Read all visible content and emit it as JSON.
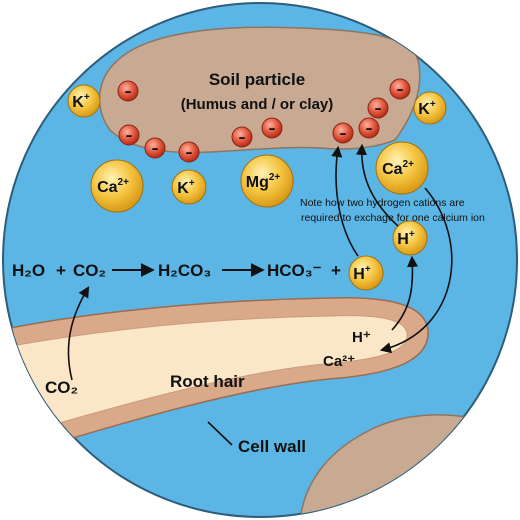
{
  "soil": {
    "title": "Soil particle",
    "subtitle": "(Humus  and / or clay)"
  },
  "ions": {
    "k_left": "K",
    "k_left_charge": "+",
    "k_right": "K",
    "k_right_charge": "+",
    "k_mid": "K",
    "k_mid_charge": "+",
    "ca_left": "Ca",
    "ca_left_charge": "2+",
    "mg": "Mg",
    "mg_charge": "2+",
    "ca_right": "Ca",
    "ca_right_charge": "2+",
    "h_right": "H",
    "h_right_charge": "+",
    "h_eq": "H",
    "h_eq_charge": "+",
    "negative_symbol": "–"
  },
  "note": {
    "line1": "Note how two hydrogen cations are",
    "line2": "required to exchage for one calcium ion"
  },
  "equation": {
    "h2o": "H₂O",
    "plus1": "+",
    "co2": "CO₂",
    "h2co3": "H₂CO₃",
    "hco3": "HCO₃⁻",
    "plus2": "+"
  },
  "root": {
    "label": "Root hair",
    "co2": "CO₂",
    "h_plus": "H⁺",
    "ca_2plus": "Ca²⁺",
    "cell_wall": "Cell wall"
  },
  "colors": {
    "water": "#5bb5e5",
    "soil": "#c8aa93",
    "root_outer": "#d9a98a",
    "root_inner": "#fbe7c8",
    "ion_yellow": "#f5c542",
    "neg_red": "#e0533a"
  }
}
